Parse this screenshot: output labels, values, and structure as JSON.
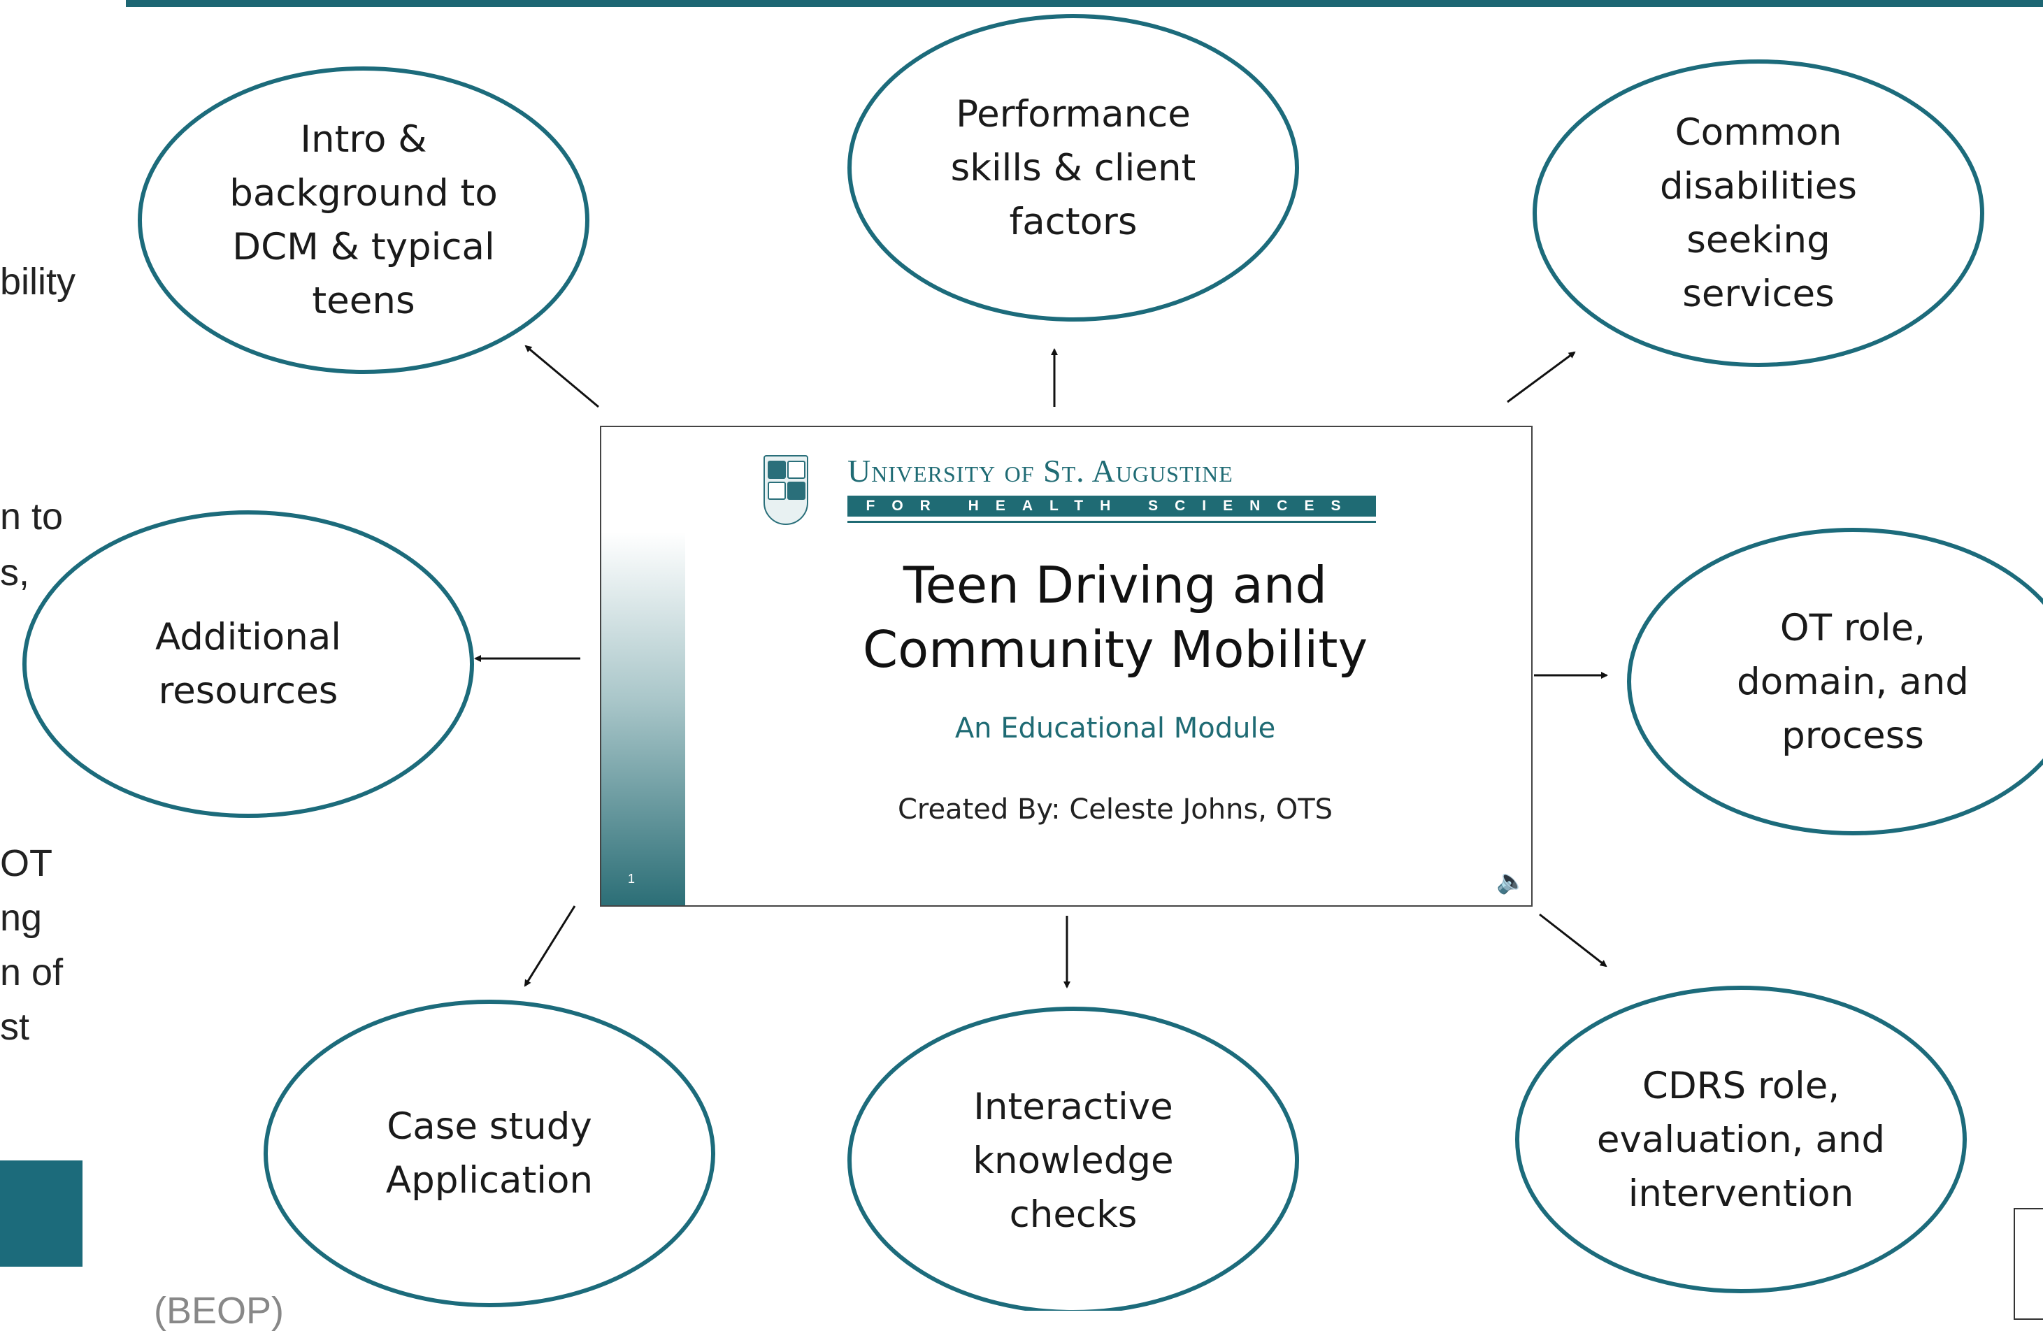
{
  "colors": {
    "accent": "#1d6673",
    "ellipse_stroke": "#1c6b7b",
    "text": "#1a1a1a"
  },
  "background_fragments": [
    "bility",
    "n to",
    "s,",
    "OT",
    "ng",
    "n of",
    "st",
    "(BEOP)"
  ],
  "nodes": [
    {
      "id": "intro",
      "label": "Intro &\nbackground to\nDCM & typical\nteens"
    },
    {
      "id": "performance",
      "label": "Performance\nskills & client\nfactors"
    },
    {
      "id": "disabilities",
      "label": "Common\ndisabilities\nseeking\nservices"
    },
    {
      "id": "resources",
      "label": "Additional\nresources"
    },
    {
      "id": "ot-role",
      "label": "OT role,\ndomain, and\nprocess"
    },
    {
      "id": "case-study",
      "label": "Case study\nApplication"
    },
    {
      "id": "knowledge",
      "label": "Interactive\nknowledge\nchecks"
    },
    {
      "id": "cdrs",
      "label": "CDRS role,\nevaluation, and\nintervention"
    }
  ],
  "slide": {
    "university_name": "University of St. Augustine",
    "university_sub": "FOR HEALTH SCIENCES",
    "title": "Teen Driving and\nCommunity Mobility",
    "subtitle": "An Educational Module",
    "author": "Created By: Celeste Johns, OTS",
    "slide_number": "1",
    "speaker_icon": "speaker-icon"
  }
}
